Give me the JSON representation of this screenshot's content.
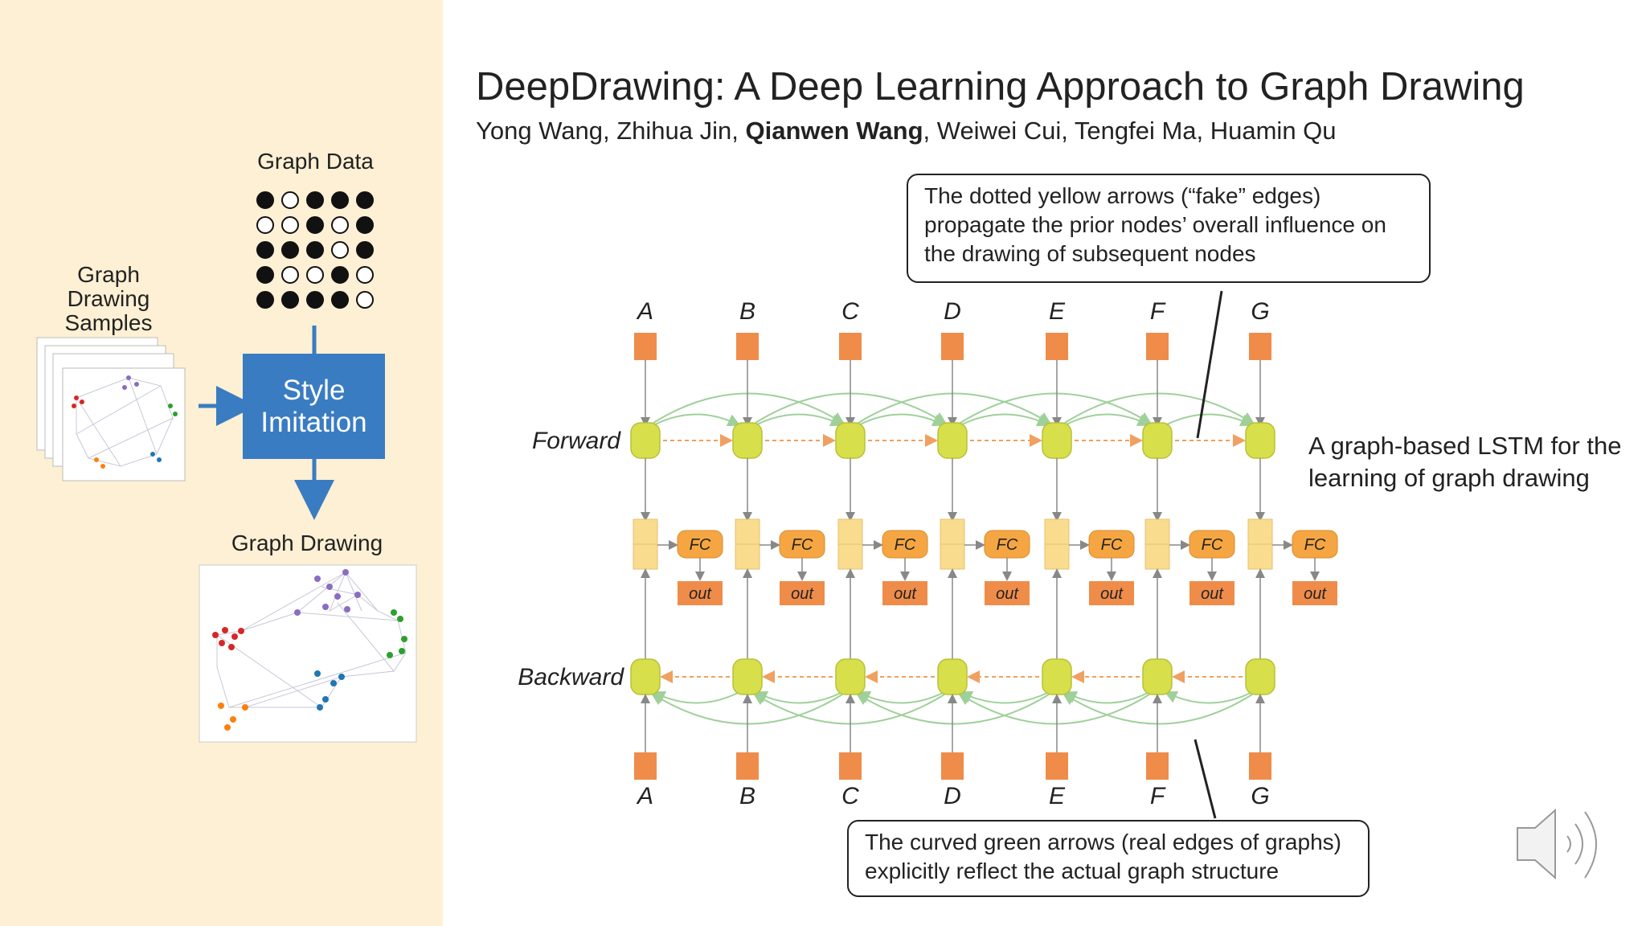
{
  "header": {
    "title": "DeepDrawing: A Deep Learning Approach to Graph Drawing",
    "authors_before": "Yong Wang, Zhihua Jin, ",
    "authors_bold": "Qianwen Wang",
    "authors_after": ", Weiwei Cui, Tengfei Ma, Huamin Qu"
  },
  "left": {
    "graph_data_label": "Graph Data",
    "matrix": [
      [
        1,
        0,
        1,
        1,
        1
      ],
      [
        0,
        0,
        1,
        0,
        1
      ],
      [
        1,
        1,
        1,
        0,
        1
      ],
      [
        1,
        0,
        0,
        1,
        0
      ],
      [
        1,
        1,
        1,
        1,
        0
      ]
    ],
    "samples_label_lines": [
      "Graph",
      "Drawing",
      "Samples"
    ],
    "style_box_lines": [
      "Style",
      "Imitation"
    ],
    "graph_drawing_label": "Graph Drawing"
  },
  "diagram": {
    "nodes": [
      "A",
      "B",
      "C",
      "D",
      "E",
      "F",
      "G"
    ],
    "forward_label": "Forward",
    "backward_label": "Backward",
    "fc_label": "FC",
    "out_label": "out",
    "callout_top": "The dotted yellow arrows (“fake” edges) propagate the prior nodes’ overall influence on the drawing of subsequent nodes",
    "callout_bottom": "The curved green arrows (real edges of graphs) explicitly reflect the actual graph structure",
    "side_note": "A graph-based LSTM for the learning of graph drawing"
  },
  "colors": {
    "panel_bg": "#fdf0d4",
    "style_box": "#3a7cc2",
    "lstm_cell": "#d7e04a",
    "input_square": "#ef8c4a",
    "concat_box": "#f9dc8e",
    "fc_box": "#f5a642",
    "green_edge": "#9fd09a",
    "fake_edge": "#f0a060"
  },
  "icons": {
    "speaker": "speaker-icon"
  }
}
